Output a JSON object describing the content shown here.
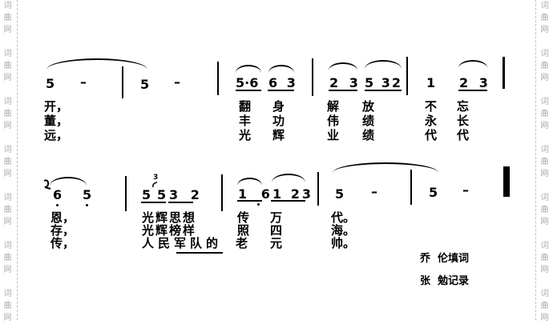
{
  "watermark": {
    "text": "词曲网"
  },
  "score": {
    "row1": {
      "m1": {
        "n1": "5",
        "n2": "–"
      },
      "m2": {
        "n1": "5",
        "n2": "–"
      },
      "m3": {
        "n1": "5·6",
        "n2": "6 3"
      },
      "m4": {
        "n1": "2 3",
        "n2": "5 32"
      },
      "m5": {
        "n1": "1",
        "n2": "2 3"
      },
      "lyrics": [
        [
          "开，",
          "翻",
          "身",
          "解",
          "放",
          "不",
          "忘"
        ],
        [
          "董，",
          "丰",
          "功",
          "伟",
          "绩",
          "永",
          "长"
        ],
        [
          "远，",
          "光",
          "辉",
          "业",
          "绩",
          "代",
          "代"
        ]
      ]
    },
    "row2": {
      "m1": {
        "n1": "6",
        "n2": "5"
      },
      "m2": {
        "n1": "5",
        "grace": "3",
        "n2": "5",
        "n3": "3 2"
      },
      "m3": {
        "n1": "1 6",
        "n2": "1 23"
      },
      "m4": {
        "n1": "5",
        "n2": "–"
      },
      "m5": {
        "n1": "5",
        "n2": "–"
      },
      "lyrics": [
        [
          "恩，",
          "光辉思想",
          "传",
          "万",
          "代。"
        ],
        [
          "存，",
          "光辉榜样",
          "照",
          "四",
          "海。"
        ],
        [
          "传，",
          "人民军队的",
          "老",
          "元",
          "帅。"
        ]
      ]
    }
  },
  "credits": {
    "lyricist": "乔  伦填词",
    "transcriber": "张  勉记录"
  },
  "colors": {
    "ink": "#000000",
    "watermark": "#a9a9a9",
    "background": "#ffffff"
  }
}
